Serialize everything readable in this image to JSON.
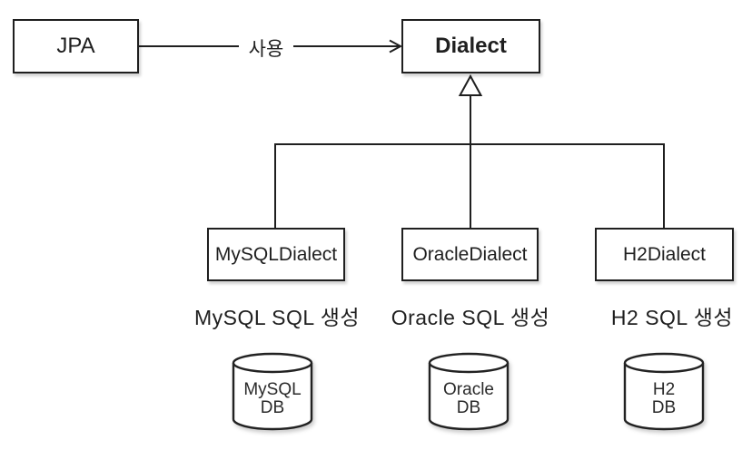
{
  "diagram": {
    "title_hint": "JPA Dialect hierarchy diagram",
    "jpa_box": {
      "label": "JPA"
    },
    "dialect_box": {
      "label": "Dialect"
    },
    "usage_label": "사용",
    "subclasses": [
      {
        "label": "MySQLDialect",
        "caption": "MySQL SQL 생성",
        "db": {
          "line1": "MySQL",
          "line2": "DB"
        }
      },
      {
        "label": "OracleDialect",
        "caption": "Oracle SQL 생성",
        "db": {
          "line1": "Oracle",
          "line2": "DB"
        }
      },
      {
        "label": "H2Dialect",
        "caption": "H2 SQL 생성",
        "db": {
          "line1": "H2",
          "line2": "DB"
        }
      }
    ],
    "colors": {
      "line": "#1f1f1f",
      "box_border": "#1f1f1f",
      "background": "#ffffff",
      "text": "#1f1f1f"
    }
  }
}
